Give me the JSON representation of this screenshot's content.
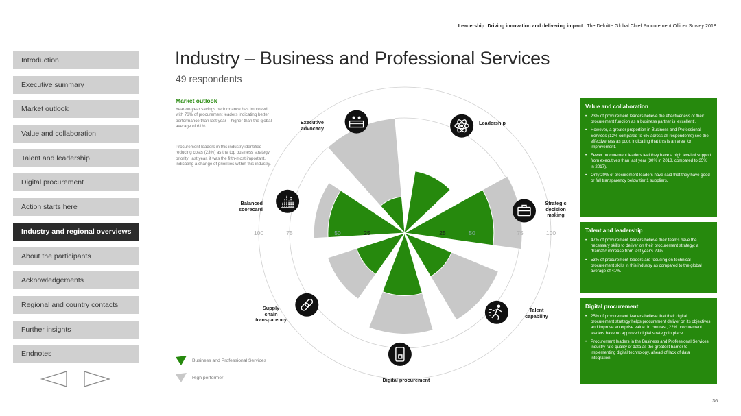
{
  "header": {
    "bold": "Leadership: Driving innovation and delivering impact",
    "rest": " | The Deloitte Global Chief Procurement Officer Survey 2018"
  },
  "nav": [
    {
      "label": "Introduction",
      "active": false
    },
    {
      "label": "Executive summary",
      "active": false
    },
    {
      "label": "Market outlook",
      "active": false
    },
    {
      "label": "Value and collaboration",
      "active": false
    },
    {
      "label": "Talent and leadership",
      "active": false
    },
    {
      "label": "Digital procurement",
      "active": false
    },
    {
      "label": "Action starts here",
      "active": false
    },
    {
      "label": "Industry and regional overviews",
      "active": true
    },
    {
      "label": "About the participants",
      "active": false
    },
    {
      "label": "Acknowledgements",
      "active": false
    },
    {
      "label": "Regional and country contacts",
      "active": false
    },
    {
      "label": "Further insights",
      "active": false
    },
    {
      "label": "Endnotes",
      "active": false
    }
  ],
  "title": "Industry – Business and Professional Services",
  "subtitle": "49 respondents",
  "market_outlook": {
    "heading": "Market outlook",
    "p1": "Year-on-year savings performance has improved with 76% of procurement leaders indicating better performance than last year – higher than the global average of 61%.",
    "p2": "Procurement leaders in this industry identified reducing costs (23%) as the top business strategy priority; last year, it was the fifth-most important, indicating a change of priorities within this industry."
  },
  "categories": {
    "executive_advocacy": "Executive\nadvocacy",
    "leadership": "Leadership",
    "balanced_scorecard": "Balanced\nscorecard",
    "strategic_decision_making": "Strategic\ndecision\nmaking",
    "supply_chain_transparency": "Supply\nchain\ntransparency",
    "talent_capability": "Talent\ncapability",
    "digital_procurement": "Digital procurement"
  },
  "axis_labels": {
    "left": [
      "100",
      "75",
      "50",
      "25"
    ],
    "right": [
      "25",
      "50",
      "75",
      "100"
    ]
  },
  "chart_data": {
    "type": "radial-bar",
    "categories": [
      "Leadership",
      "Strategic decision making",
      "Talent capability",
      "Digital procurement",
      "Supply chain transparency",
      "Balanced scorecard",
      "Executive advocacy"
    ],
    "series": [
      {
        "name": "Business and Professional Services",
        "values": [
          31,
          44,
          25,
          31,
          25,
          38,
          18
        ]
      },
      {
        "name": "High performer",
        "values": [
          30,
          58,
          50,
          50,
          40,
          45,
          57
        ]
      }
    ],
    "ylim": [
      0,
      100
    ],
    "colors": {
      "Business and Professional Services": "#26890d",
      "High performer": "#c8c8c8"
    }
  },
  "legend": {
    "industry": "Business and Professional Services",
    "high": "High performer"
  },
  "panels": {
    "value": {
      "heading": "Value and collaboration",
      "items": [
        "23% of procurement leaders believe the effectiveness of their procurement function as a business partner is 'excellent'.",
        "However, a greater proportion in Business and Professional Services (12% compared to 6% across all respondents) see the effectiveness as poor, indicating that this is an area for improvement.",
        "Fewer procurement leaders feel they have a high level of support from executives than last year (30% in 2018, compared to 35% in 2017).",
        "Only 20% of procurement leaders have said that they have good or full transparency below tier 1 suppliers."
      ]
    },
    "talent": {
      "heading": "Talent and leadership",
      "items": [
        "47% of procurement leaders believe their teams have the necessary skills to deliver on their procurement strategy; a dramatic increase from last year's 29%.",
        "53% of procurement leaders are focusing on technical procurement skills in this industry as compared to the global average of 41%."
      ]
    },
    "digital": {
      "heading": "Digital procurement",
      "items": [
        "25% of procurement leaders believe that their digital procurement strategy helps procurement deliver on its objectives and improve enterprise value. In contrast, 22% procurement leaders have no approved digital strategy in place.",
        "Procurement leaders in the Business and Professional Services industry rate quality of data as the greatest barrier to implementing digital technology, ahead of lack of data integration."
      ]
    }
  },
  "page_number": "36"
}
